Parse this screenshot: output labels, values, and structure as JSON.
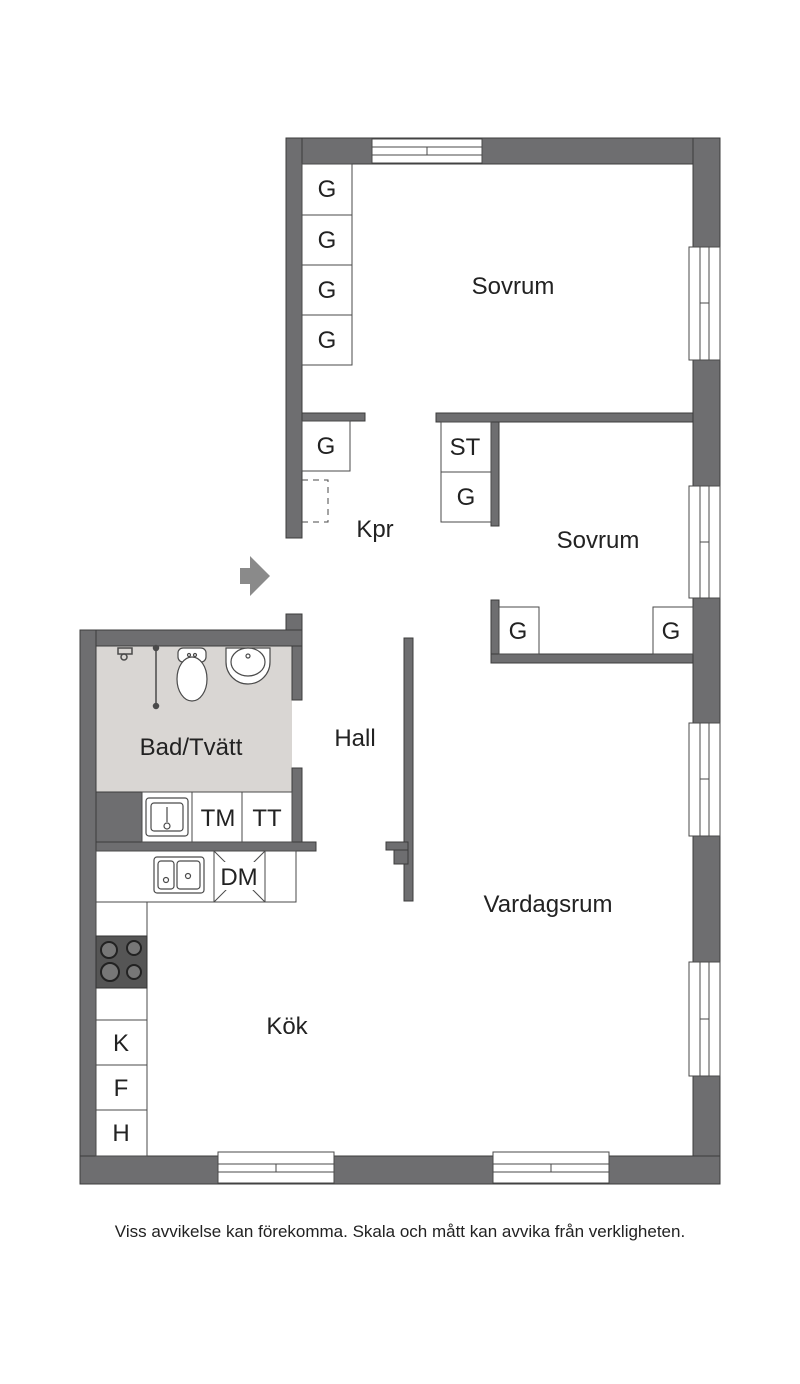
{
  "colors": {
    "wall": "#6e6e70",
    "wall_border": "#3c3c3c",
    "bath_floor": "#d9d6d3",
    "line": "#4a4a4a",
    "arrow": "#8a8a8a"
  },
  "rooms": {
    "sovrum_1": "Sovrum",
    "sovrum_2": "Sovrum",
    "kpr": "Kpr",
    "hall": "Hall",
    "bad_tvatt": "Bad/Tvätt",
    "vardagsrum": "Vardagsrum",
    "kok": "Kök"
  },
  "units": {
    "wardrobe": "G",
    "storage": "ST",
    "washing_machine": "TM",
    "dryer": "TT",
    "dishwasher": "DM",
    "fridge": "K",
    "freezer": "F",
    "cabinet": "H"
  },
  "icons": {
    "entrance": "entrance-arrow-icon",
    "toilet": "toilet-icon",
    "sink": "sink-icon",
    "shower": "shower-icon",
    "stove": "stove-icon",
    "kitchen_sink": "kitchen-sink-icon",
    "utility_sink": "utility-sink-icon"
  },
  "footer": {
    "disclaimer": "Viss avvikelse kan förekomma. Skala och mått kan avvika från verkligheten."
  }
}
